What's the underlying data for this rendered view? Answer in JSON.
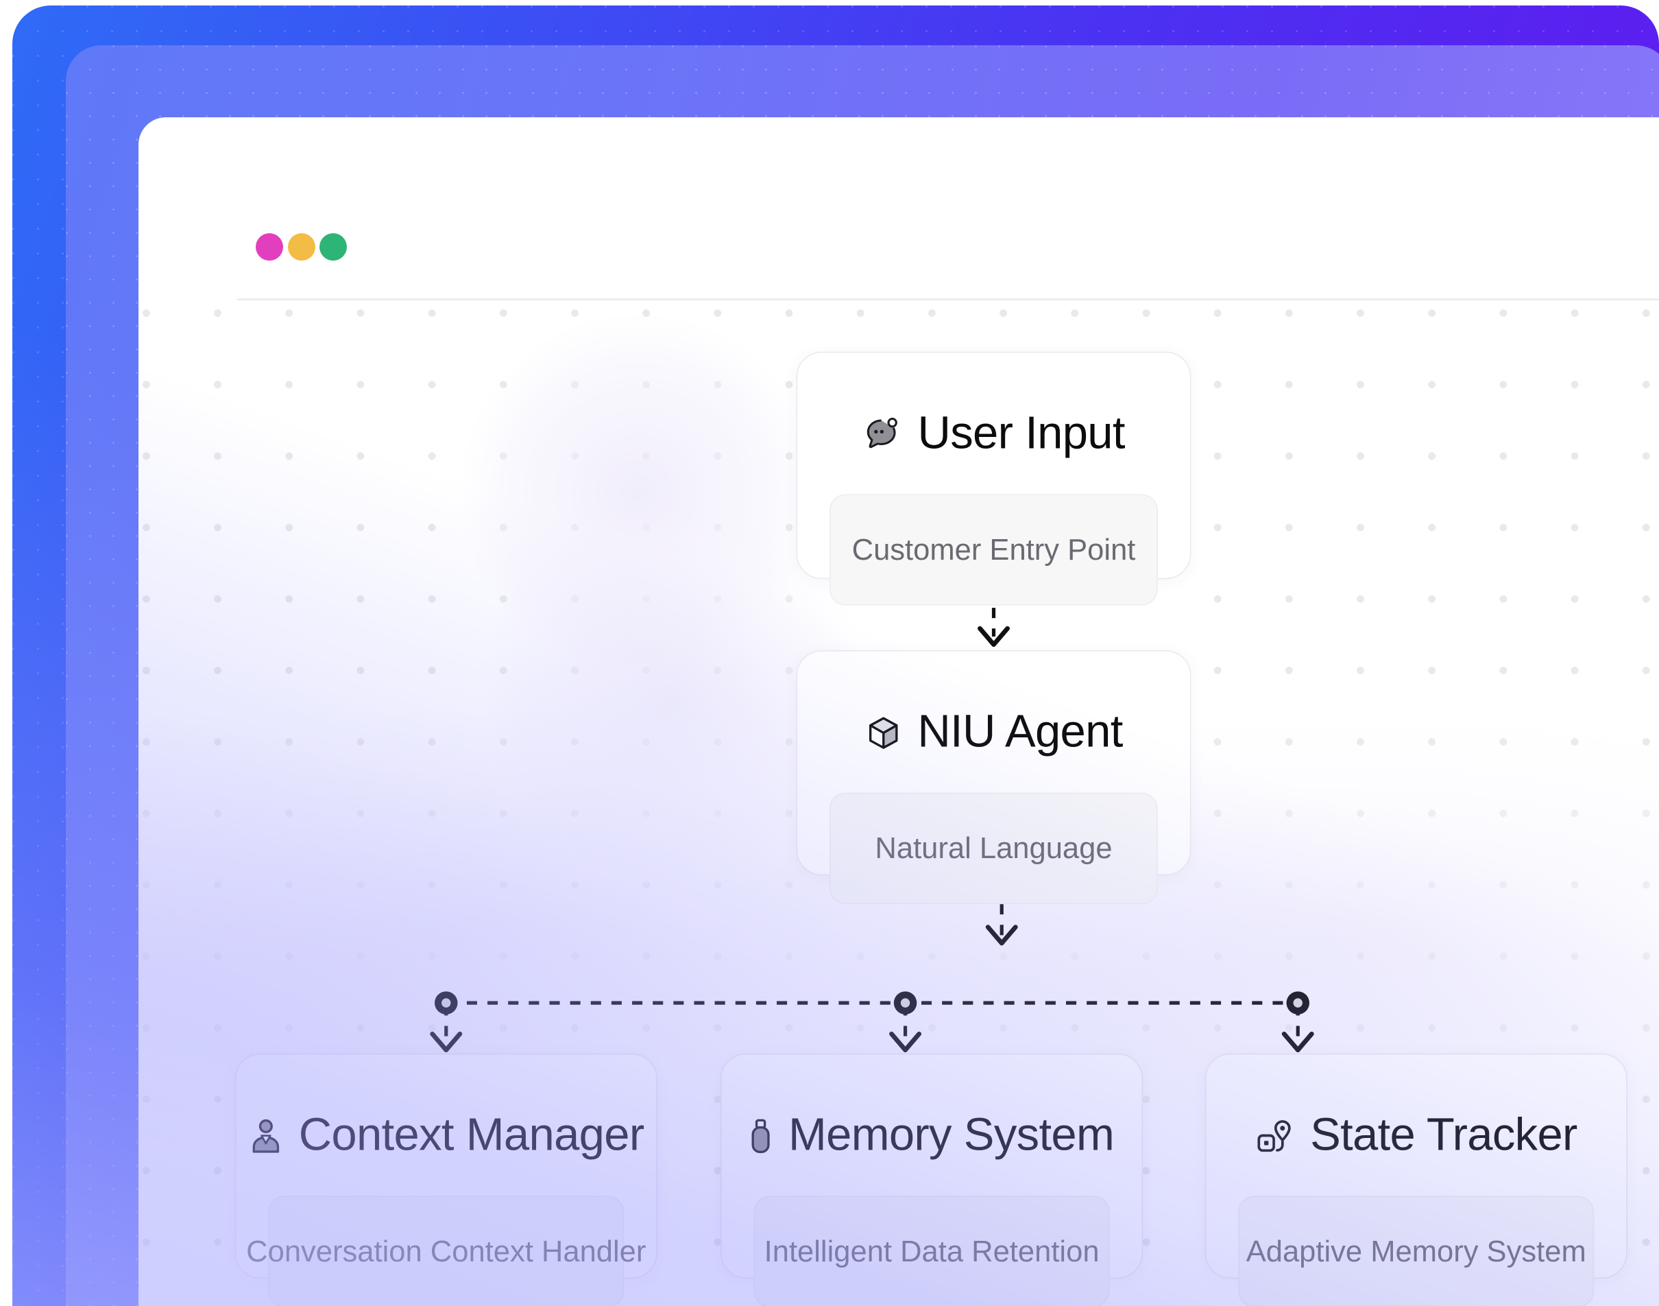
{
  "window": {
    "traffic_lights": [
      {
        "name": "close",
        "color": "#E23FBF"
      },
      {
        "name": "minimize",
        "color": "#F2BC45"
      },
      {
        "name": "maximize",
        "color": "#2DB477"
      }
    ]
  },
  "theme": {
    "gradient_start": "#2F6BF6",
    "gradient_end": "#5A20F0",
    "mid_layer": "#7A6CF7",
    "canvas_bg": "#FFFFFF",
    "grid_dot": "#E9E9E9",
    "node_border": "#ECEAF0",
    "subtitle_bg": "#F7F7F8",
    "edge_color": "#111114"
  },
  "diagram": {
    "nodes": [
      {
        "id": "user-input",
        "title": "User Input",
        "subtitle": "Customer Entry Point",
        "icon": "speech-bubble-icon"
      },
      {
        "id": "niu-agent",
        "title": "NIU Agent",
        "subtitle": "Natural Language",
        "icon": "cube-package-icon"
      },
      {
        "id": "context-manager",
        "title": "Context Manager",
        "subtitle": "Conversation Context Handler",
        "icon": "person-tie-icon"
      },
      {
        "id": "memory-system",
        "title": "Memory System",
        "subtitle": "Intelligent Data Retention",
        "icon": "usb-drive-icon"
      },
      {
        "id": "state-tracker",
        "title": "State Tracker",
        "subtitle": "Adaptive Memory System",
        "icon": "location-pin-box-icon"
      }
    ],
    "edges": [
      {
        "from": "user-input",
        "to": "niu-agent",
        "style": "dashed-arrow"
      },
      {
        "from": "niu-agent",
        "to": "context-manager",
        "style": "dashed-arrow"
      },
      {
        "from": "niu-agent",
        "to": "memory-system",
        "style": "dashed-arrow"
      },
      {
        "from": "niu-agent",
        "to": "state-tracker",
        "style": "dashed-arrow"
      }
    ]
  }
}
